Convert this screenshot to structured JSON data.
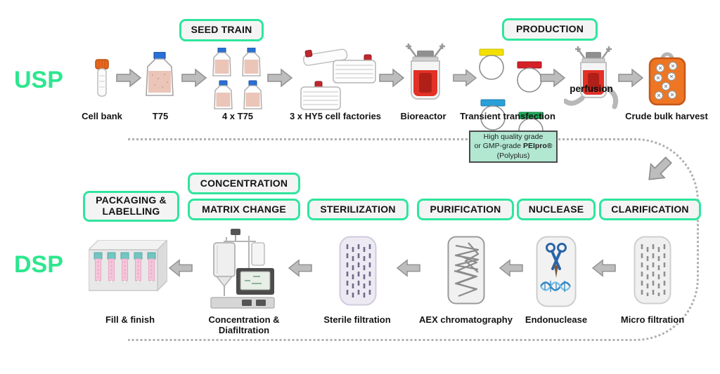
{
  "colors": {
    "accent_green": "#2fe59d",
    "section_text_green": "#2ee68e",
    "arrow_gray": "#bdbdbd",
    "note_bg": "#b2e8d2",
    "bag_orange": "#ee7623",
    "reactor_red": "#e23127",
    "cap_yellow": "#f4e000",
    "cap_red": "#d42027",
    "cap_blue": "#2a9fd8",
    "cap_green": "#1faa59"
  },
  "usp": {
    "section_label": "USP",
    "stages": [
      {
        "label": "SEED TRAIN"
      },
      {
        "label": "PRODUCTION"
      }
    ],
    "steps": [
      {
        "label": "Cell bank"
      },
      {
        "label": "T75"
      },
      {
        "label": "4 x T75"
      },
      {
        "label": "3 x HY5 cell factories"
      },
      {
        "label": "Bioreactor"
      },
      {
        "label": "Transient transfection"
      },
      {
        "label": "Crude bulk harvest"
      }
    ],
    "perfusion_label": "perfusion"
  },
  "note": {
    "line1": "High quality grade",
    "line2_normal": "or GMP-grade ",
    "line2_bold": "PEIpro®",
    "line3": "(Polyplus)"
  },
  "dsp": {
    "section_label": "DSP",
    "stages": [
      {
        "label": "PACKAGING & LABELLING"
      },
      {
        "label": "CONCENTRATION"
      },
      {
        "label": "MATRIX CHANGE"
      },
      {
        "label": "STERILIZATION"
      },
      {
        "label": "PURIFICATION"
      },
      {
        "label": "NUCLEASE"
      },
      {
        "label": "CLARIFICATION"
      }
    ],
    "steps": [
      {
        "label": "Fill & finish"
      },
      {
        "label": "Concentration & Diafiltration"
      },
      {
        "label": "Sterile filtration"
      },
      {
        "label": "AEX chromatography"
      },
      {
        "label": "Endonuclease"
      },
      {
        "label": "Micro filtration"
      }
    ]
  },
  "icons": {
    "cell-bank-vial-icon": "orange-cap cryovial",
    "t75-flask-icon": "blue-cap flask with pink media",
    "t75-quad-icon": "four blue-cap flasks",
    "cell-factories-icon": "stacked multilayer trays with red caps",
    "bioreactor-icon": "stirred tank with red culture",
    "transfection-flasks-icon": "four round flasks with yellow/red/blue/green caps",
    "perfusion-bioreactor-icon": "bioreactor with recirculation loop",
    "harvest-bag-icon": "orange bag with virus particles",
    "fill-finish-icon": "carton with five filled vials",
    "tff-skid-icon": "concentration/diafiltration skid",
    "sterile-filter-icon": "filter cassette with dashed channels",
    "aex-column-icon": "column with resin squiggles",
    "endonuclease-icon": "scissors cutting DNA",
    "micro-filter-icon": "filter cassette with dashed channels"
  }
}
